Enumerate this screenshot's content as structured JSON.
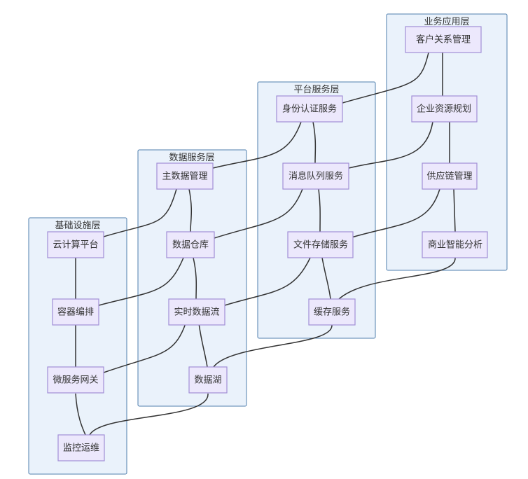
{
  "groups": {
    "business": "业务应用层",
    "platform": "平台服务层",
    "data": "数据服务层",
    "infra": "基础设施层"
  },
  "nodes": {
    "crm": "客户关系管理",
    "erp": "企业资源规划",
    "scm": "供应链管理",
    "bi": "商业智能分析",
    "iam": "身份认证服务",
    "mq": "消息队列服务",
    "fs": "文件存储服务",
    "cache": "缓存服务",
    "mdm": "主数据管理",
    "dw": "数据仓库",
    "stream": "实时数据流",
    "lake": "数据湖",
    "cloud": "云计算平台",
    "k8s": "容器编排",
    "gateway": "微服务网关",
    "ops": "监控运维"
  },
  "colors": {
    "group_fill": "#eaf2fb",
    "group_stroke": "#4f7fae",
    "node_fill": "#ece8fc",
    "node_stroke": "#a28fd6",
    "edge": "#333333"
  }
}
